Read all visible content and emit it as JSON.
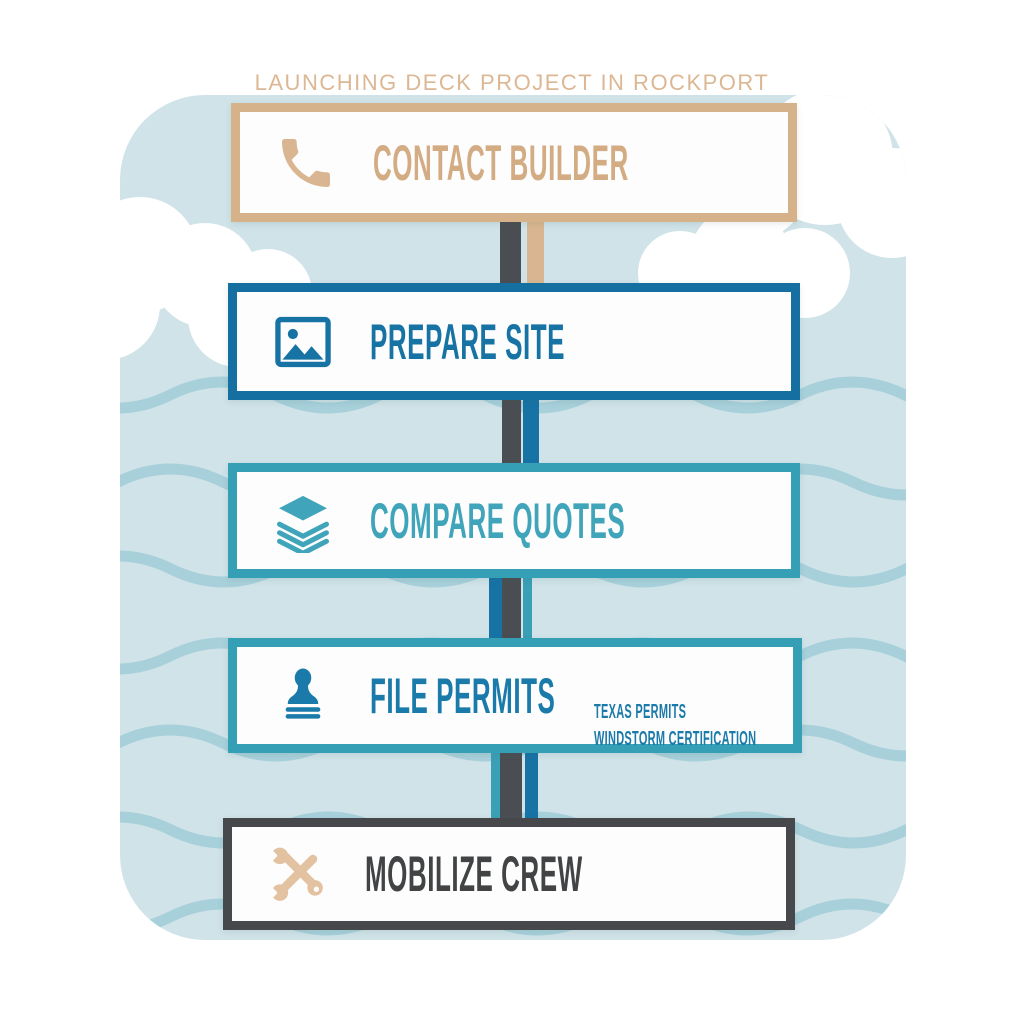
{
  "title": "LAUNCHING DECK PROJECT IN ROCKPORT",
  "steps": [
    {
      "label": "CONTACT BUILDER",
      "icon": "phone-icon",
      "accent_color": "#d5b28a",
      "text_color": "#d3ac83"
    },
    {
      "label": "PREPARE SITE",
      "icon": "image-icon",
      "accent_color": "#156fa0",
      "text_color": "#1773a4"
    },
    {
      "label": "COMPARE QUOTES",
      "icon": "layers-icon",
      "accent_color": "#359fb5",
      "text_color": "#40a5ba"
    },
    {
      "label": "FILE PERMITS",
      "icon": "stamp-icon",
      "accent_color": "#359fb5",
      "text_color": "#1a7aa9",
      "notes": [
        "TEXAS PERMITS",
        "WINDSTORM CERTIFICATION"
      ]
    },
    {
      "label": "MOBILIZE CREW",
      "icon": "tools-icon",
      "accent_color": "#46484b",
      "text_color": "#414345"
    }
  ],
  "colors": {
    "page_background": "#ffffff",
    "card_background": "#cfe3e8",
    "wave_stroke": "#a7d0da",
    "cloud": "#ffffff",
    "pole_dark": "#4a4e52",
    "pole_tan": "#d9b691",
    "pole_blue": "#1773a4",
    "pole_teal": "#3aa0b5",
    "title_text": "#dcb793"
  }
}
